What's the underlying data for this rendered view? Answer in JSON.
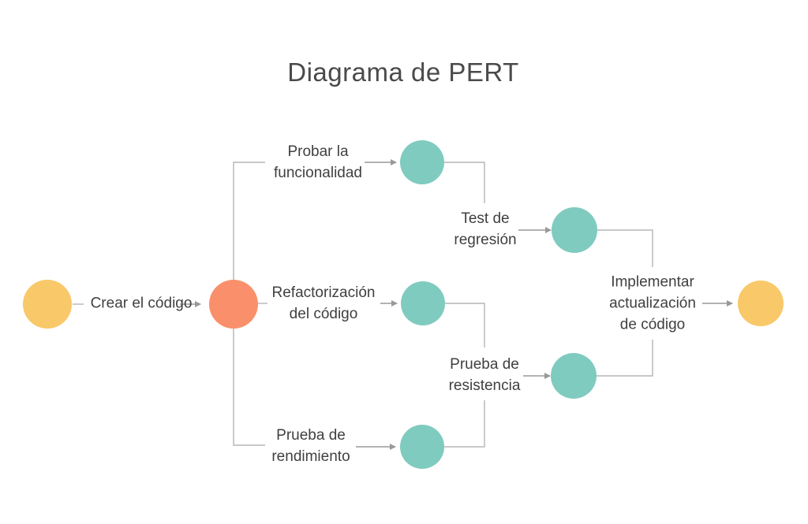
{
  "title": "Diagrama de PERT",
  "colors": {
    "background": "#ffffff",
    "node_start_end": "#F9C869",
    "node_milestone": "#F9906B",
    "node_task": "#80CBBF",
    "connector": "#b5b5b5",
    "arrow": "#999999",
    "label_text": "#404040",
    "title_text": "#4a4a4a"
  },
  "labels": {
    "crear": {
      "lines": [
        "Crear el código"
      ]
    },
    "probar": {
      "lines": [
        "Probar la",
        "funcionalidad"
      ]
    },
    "refactorizacion": {
      "lines": [
        "Refactorización",
        "del código"
      ]
    },
    "rendimiento": {
      "lines": [
        "Prueba de",
        "rendimiento"
      ]
    },
    "regresion": {
      "lines": [
        "Test de",
        "regresión"
      ]
    },
    "resistencia": {
      "lines": [
        "Prueba de",
        "resistencia"
      ]
    },
    "implementar": {
      "lines": [
        "Implementar",
        "actualización",
        "de código"
      ]
    }
  }
}
